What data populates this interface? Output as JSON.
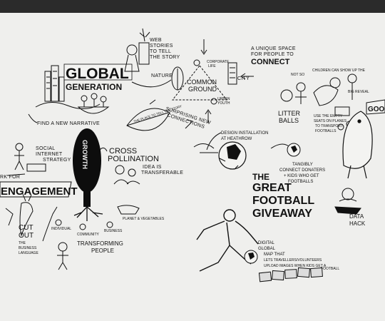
{
  "phrases": {
    "global": "GLOBAL",
    "generation": "GENERATION",
    "find_narrative": "FIND A NEW NARRATIVE",
    "web_stories_1": "WEB",
    "web_stories_2": "STORIES",
    "web_stories_3": "TO TELL",
    "web_stories_4": "THE STORY",
    "nature": "NATURE",
    "city": "CITY",
    "common_ground_1": "COMMON",
    "common_ground_2": "GROUND",
    "corporate_life_1": "CORPORATE",
    "corporate_life_2": "LIFE",
    "urban_youth_1": "URBAN",
    "urban_youth_2": "YOUTH",
    "unique_space_1": "A UNIQUE SPACE",
    "unique_space_2": "FOR PEOPLE TO",
    "connect": "CONNECT",
    "new_connections_1": "SURPRISING NEW",
    "new_connections_2": "CONNECTIONS",
    "leaf_text": "THE PLACE TO TELL THE STORY",
    "social_internet_1": "SOCIAL",
    "social_internet_2": "INTERNET",
    "social_internet_3": "STRATEGY",
    "growth": "GROWTH",
    "cross_1": "CROSS",
    "cross_2": "POLLINATION",
    "idea_1": "IDEA IS",
    "idea_2": "TRANSFERABLE",
    "engagement_prefix": "RK FOR",
    "engagement": "ENGAGEMENT",
    "cut_out_1": "CUT",
    "cut_out_2": "OUT",
    "business_language_1": "THE",
    "business_language_2": "BUSINESS",
    "business_language_3": "LANGUAGE",
    "individual": "INDIVIDUAL",
    "community": "COMMUNITY",
    "business": "BUSINESS",
    "planet": "PLANET & VEGETABLES",
    "transforming_1": "TRANSFORMING",
    "transforming_2": "PEOPLE",
    "design_install_1": "DESIGN INSTALLATION",
    "design_install_2": "AT HEATHROW",
    "tangibly_1": "TANGIBLY",
    "tangibly_2": "CONNECT DONATERS",
    "tangibly_3": "+ KIDS WHO GET",
    "tangibly_4": "FOOTBALLS",
    "great_1": "THE",
    "great_2": "GREAT",
    "great_3": "FOOTBALL",
    "great_4": "GIVEAWAY",
    "data_hack_1": "DATA",
    "data_hack_2": "HACK",
    "litter_1": "LITTER",
    "litter_2": "BALLS",
    "use_empty_1": "USE THE EMPTY",
    "use_empty_2": "SEATS ON PLANES",
    "use_empty_3": "TO TRANSPORT",
    "use_empty_4": "FOOTBALLS",
    "digital_1": "DIGITAL",
    "digital_2": "GLOBAL",
    "digital_3": "MAP THAT",
    "digital_4": "LETS TRAVELLERS/VOLUNTEERS",
    "digital_5": "UPLOAD IMAGES WHEN KIDS GET A",
    "digital_6": "FOOTBALL",
    "goo": "GOO",
    "not_so": "NOT SO",
    "children_can": "CHILDREN CAN SHOW UP THE",
    "big_reveal": "BIG REVEAL"
  }
}
